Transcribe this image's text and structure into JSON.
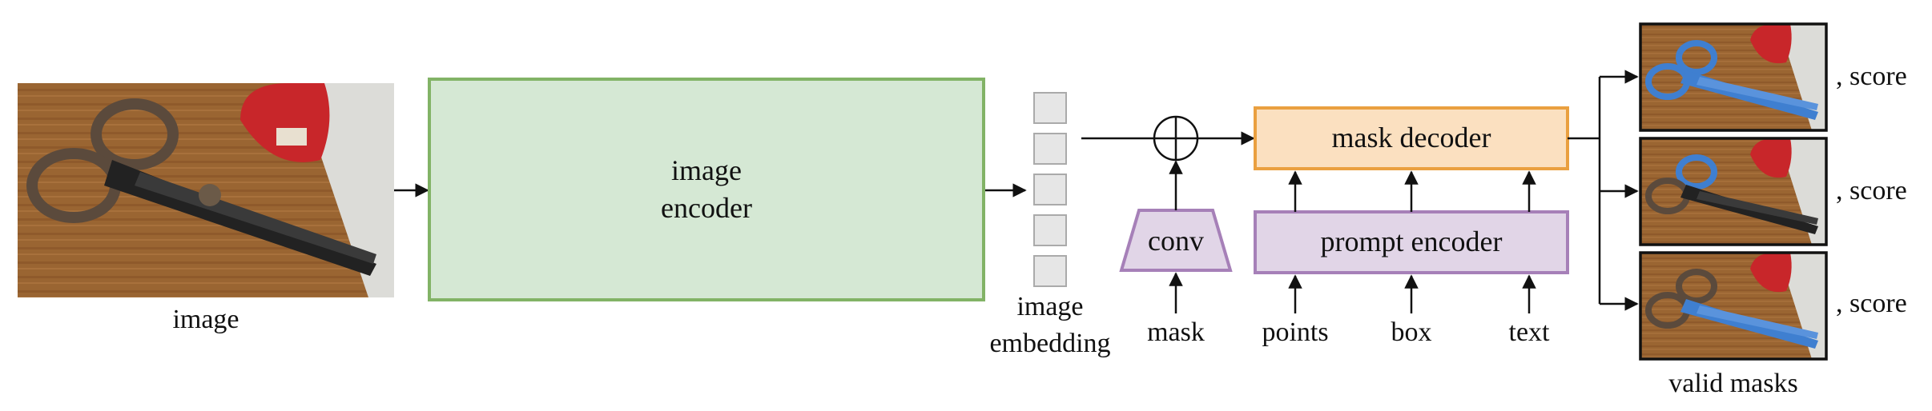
{
  "labels": {
    "image": "image",
    "encoder_line1": "image",
    "encoder_line2": "encoder",
    "embedding_line1": "image",
    "embedding_line2": "embedding",
    "conv": "conv",
    "mask": "mask",
    "mask_decoder": "mask decoder",
    "prompt_encoder": "prompt encoder",
    "points": "points",
    "box": "box",
    "text": "text",
    "score_1": ", score",
    "score_2": ", score",
    "score_3": ", score",
    "valid_masks": "valid masks"
  },
  "colors": {
    "encoder_fill": "#d5e8d4",
    "encoder_stroke": "#82b366",
    "decoder_fill": "#fbe0c0",
    "decoder_stroke": "#eaa040",
    "prompt_fill": "#e1d5e7",
    "prompt_stroke": "#a680b8",
    "embedding_fill": "#e6e6e6",
    "embedding_stroke": "#aaaaaa",
    "wood": "#9a6532",
    "mask_blue": "#3f7fd0"
  },
  "icons": {
    "sum_node": "circle-plus-icon",
    "photo": "scissors-photo",
    "mask_thumbs": "scissors-mask-thumbnail"
  }
}
